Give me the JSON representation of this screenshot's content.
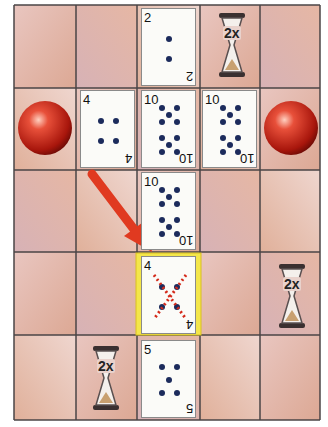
{
  "diagram": {
    "nodes": [
      {
        "text": [
          "2",
          "2"
        ]
      },
      {
        "text": [
          "4",
          "4"
        ]
      },
      {
        "text": [
          "10",
          "10"
        ]
      },
      {
        "text": [
          "10",
          "10"
        ]
      },
      {
        "text": [
          "10",
          "10"
        ]
      },
      {
        "text": [
          "4",
          "4"
        ]
      },
      {
        "text": [
          "5",
          "5"
        ]
      }
    ],
    "labels": [
      "2x",
      "2x",
      "2x"
    ]
  }
}
